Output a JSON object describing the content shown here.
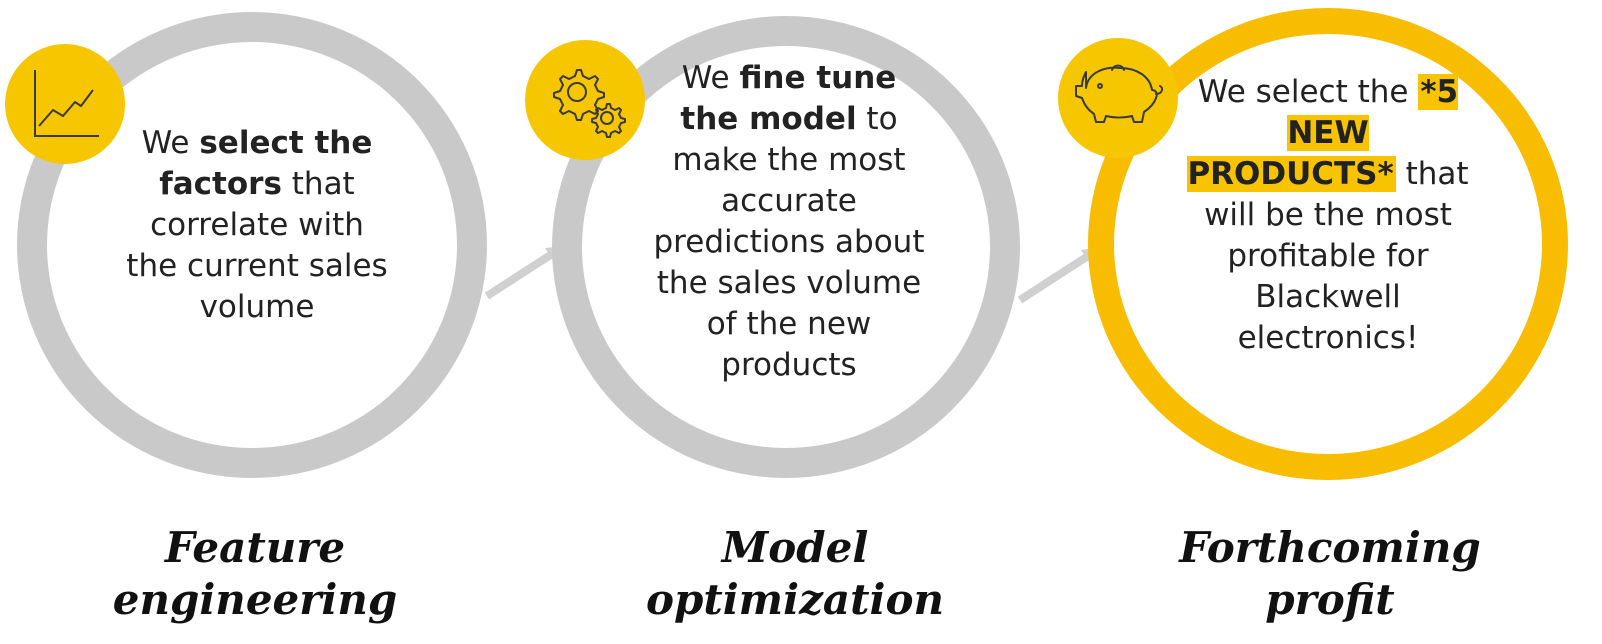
{
  "colors": {
    "ring_inactive": "#c9c9c9",
    "ring_active": "#f8bd00",
    "badge": "#f6c700",
    "highlight": "#f8c300",
    "text": "#222222"
  },
  "steps": [
    {
      "icon": "line-chart-icon",
      "description": {
        "pre": "We ",
        "bold": "select the factors",
        "post": " that correlate with the current sales volume"
      },
      "label_line1": "Feature",
      "label_line2": "engineering"
    },
    {
      "icon": "gears-icon",
      "description": {
        "pre": "We ",
        "bold": "fine tune the model",
        "post": " to make the most accurate predictions about the sales volume of the new products"
      },
      "label_line1": "Model",
      "label_line2": "optimization"
    },
    {
      "icon": "piggy-bank-icon",
      "description": {
        "pre": "We select the ",
        "highlight": "*5 NEW PRODUCTS*",
        "post": " that will be the most profitable for Blackwell electronics!"
      },
      "label_line1": "Forthcoming",
      "label_line2": "profit"
    }
  ]
}
